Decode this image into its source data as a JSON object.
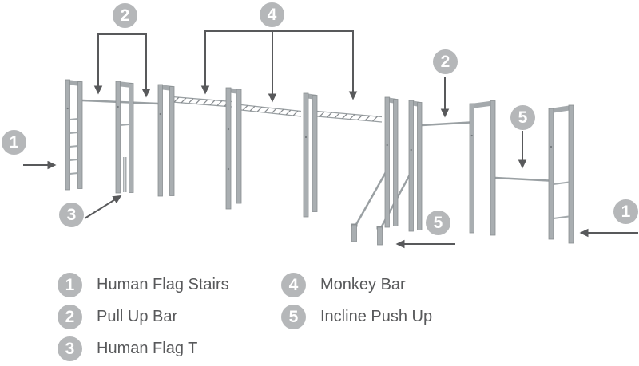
{
  "colors": {
    "background": "#ffffff",
    "badge_fill": "#b5b7b9",
    "badge_number": "#ffffff",
    "structure_gray": "#a9aeb1",
    "structure_line": "#9aa0a3",
    "annotation_gray": "#58595b",
    "legend_text": "#58595b"
  },
  "annotations": [
    {
      "number": "2",
      "target": "pull-up-bar-left"
    },
    {
      "number": "4",
      "target": "monkey-bar"
    },
    {
      "number": "2",
      "target": "pull-up-bar-right"
    },
    {
      "number": "5",
      "target": "incline-push-up-right"
    },
    {
      "number": "1",
      "target": "human-flag-stairs-left"
    },
    {
      "number": "3",
      "target": "human-flag-t"
    },
    {
      "number": "5",
      "target": "incline-push-up-left"
    },
    {
      "number": "1",
      "target": "human-flag-stairs-right"
    }
  ],
  "legend": {
    "items": [
      {
        "number": "1",
        "label": "Human Flag Stairs"
      },
      {
        "number": "2",
        "label": "Pull Up Bar"
      },
      {
        "number": "3",
        "label": "Human Flag T"
      },
      {
        "number": "4",
        "label": "Monkey Bar"
      },
      {
        "number": "5",
        "label": "Incline Push Up"
      }
    ]
  }
}
